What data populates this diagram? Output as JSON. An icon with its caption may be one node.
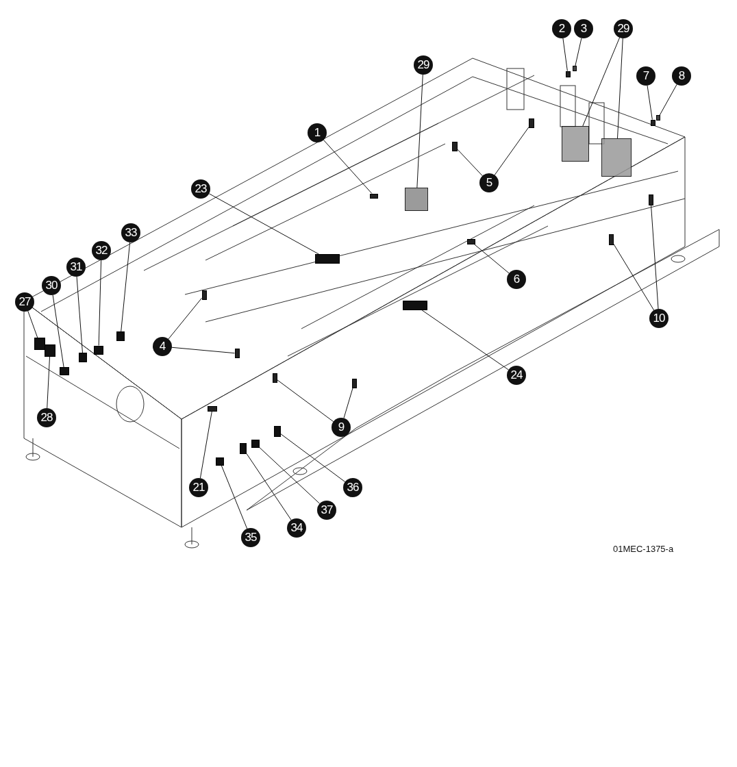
{
  "diagram": {
    "nodes": [
      {
        "text": [
          "1"
        ]
      },
      {
        "text": [],
        "shape": "box"
      },
      {
        "text": [
          "2"
        ]
      },
      {
        "text": [],
        "shape": "box"
      },
      {
        "text": [
          "3"
        ]
      },
      {
        "text": [],
        "shape": "box"
      },
      {
        "text": [
          "29"
        ]
      },
      {
        "text": [],
        "shape": "box"
      },
      {
        "text": [
          "29"
        ]
      },
      {
        "text": [],
        "shape": "box"
      },
      {
        "text": [],
        "shape": "box"
      },
      {
        "text": [
          "7"
        ]
      },
      {
        "text": [],
        "shape": "box"
      },
      {
        "text": [
          "8"
        ]
      },
      {
        "text": [],
        "shape": "box"
      },
      {
        "text": [
          "5"
        ]
      },
      {
        "text": [],
        "shape": "box"
      },
      {
        "text": [],
        "shape": "box"
      },
      {
        "text": [
          "6"
        ]
      },
      {
        "text": [],
        "shape": "box"
      },
      {
        "text": [
          "10"
        ]
      },
      {
        "text": [],
        "shape": "box"
      },
      {
        "text": [],
        "shape": "box"
      },
      {
        "text": [
          "23"
        ]
      },
      {
        "text": [],
        "shape": "box"
      },
      {
        "text": [
          "24"
        ]
      },
      {
        "text": [],
        "shape": "box"
      },
      {
        "text": [
          "4"
        ]
      },
      {
        "text": [],
        "shape": "box"
      },
      {
        "text": [],
        "shape": "box"
      },
      {
        "text": [
          "9"
        ]
      },
      {
        "text": [],
        "shape": "box"
      },
      {
        "text": [],
        "shape": "box"
      },
      {
        "text": [
          "21"
        ]
      },
      {
        "text": [],
        "shape": "box"
      },
      {
        "text": [
          "27"
        ]
      },
      {
        "text": [],
        "shape": "box"
      },
      {
        "text": [
          "28"
        ]
      },
      {
        "text": [],
        "shape": "box"
      },
      {
        "text": [
          "30"
        ]
      },
      {
        "text": [],
        "shape": "box"
      },
      {
        "text": [
          "31"
        ]
      },
      {
        "text": [],
        "shape": "box"
      },
      {
        "text": [
          "32"
        ]
      },
      {
        "text": [],
        "shape": "box"
      },
      {
        "text": [
          "33"
        ]
      },
      {
        "text": [],
        "shape": "box"
      },
      {
        "text": [
          "34"
        ]
      },
      {
        "text": [],
        "shape": "box"
      },
      {
        "text": [
          "35"
        ]
      },
      {
        "text": [],
        "shape": "box"
      },
      {
        "text": [
          "36"
        ]
      },
      {
        "text": [],
        "shape": "box"
      },
      {
        "text": [
          "37"
        ]
      },
      {
        "text": [],
        "shape": "box"
      }
    ],
    "edges": [
      {
        "from": 0,
        "to": 1,
        "arrow": "none"
      },
      {
        "from": 2,
        "to": 3,
        "arrow": "none"
      },
      {
        "from": 4,
        "to": 5,
        "arrow": "none"
      },
      {
        "from": 6,
        "to": 7,
        "arrow": "none"
      },
      {
        "from": 8,
        "to": 9,
        "arrow": "none"
      },
      {
        "from": 8,
        "to": 10,
        "arrow": "none"
      },
      {
        "from": 11,
        "to": 12,
        "arrow": "none"
      },
      {
        "from": 13,
        "to": 14,
        "arrow": "none"
      },
      {
        "from": 15,
        "to": 16,
        "arrow": "none"
      },
      {
        "from": 15,
        "to": 17,
        "arrow": "none"
      },
      {
        "from": 18,
        "to": 19,
        "arrow": "none"
      },
      {
        "from": 20,
        "to": 21,
        "arrow": "none"
      },
      {
        "from": 20,
        "to": 22,
        "arrow": "none"
      },
      {
        "from": 23,
        "to": 24,
        "arrow": "none"
      },
      {
        "from": 25,
        "to": 26,
        "arrow": "none"
      },
      {
        "from": 27,
        "to": 28,
        "arrow": "none"
      },
      {
        "from": 27,
        "to": 29,
        "arrow": "none"
      },
      {
        "from": 30,
        "to": 31,
        "arrow": "none"
      },
      {
        "from": 30,
        "to": 32,
        "arrow": "none"
      },
      {
        "from": 33,
        "to": 34,
        "arrow": "none"
      },
      {
        "from": 35,
        "to": 36,
        "arrow": "none"
      },
      {
        "from": 37,
        "to": 38,
        "arrow": "none"
      },
      {
        "from": 39,
        "to": 40,
        "arrow": "none"
      },
      {
        "from": 41,
        "to": 42,
        "arrow": "none"
      },
      {
        "from": 43,
        "to": 44,
        "arrow": "none"
      },
      {
        "from": 45,
        "to": 46,
        "arrow": "none"
      },
      {
        "from": 47,
        "to": 48,
        "arrow": "none"
      },
      {
        "from": 49,
        "to": 50,
        "arrow": "none"
      },
      {
        "from": 51,
        "to": 52,
        "arrow": "none"
      },
      {
        "from": 53,
        "to": 54,
        "arrow": "none"
      }
    ],
    "labels": [
      "01MEC-1375-a"
    ]
  }
}
